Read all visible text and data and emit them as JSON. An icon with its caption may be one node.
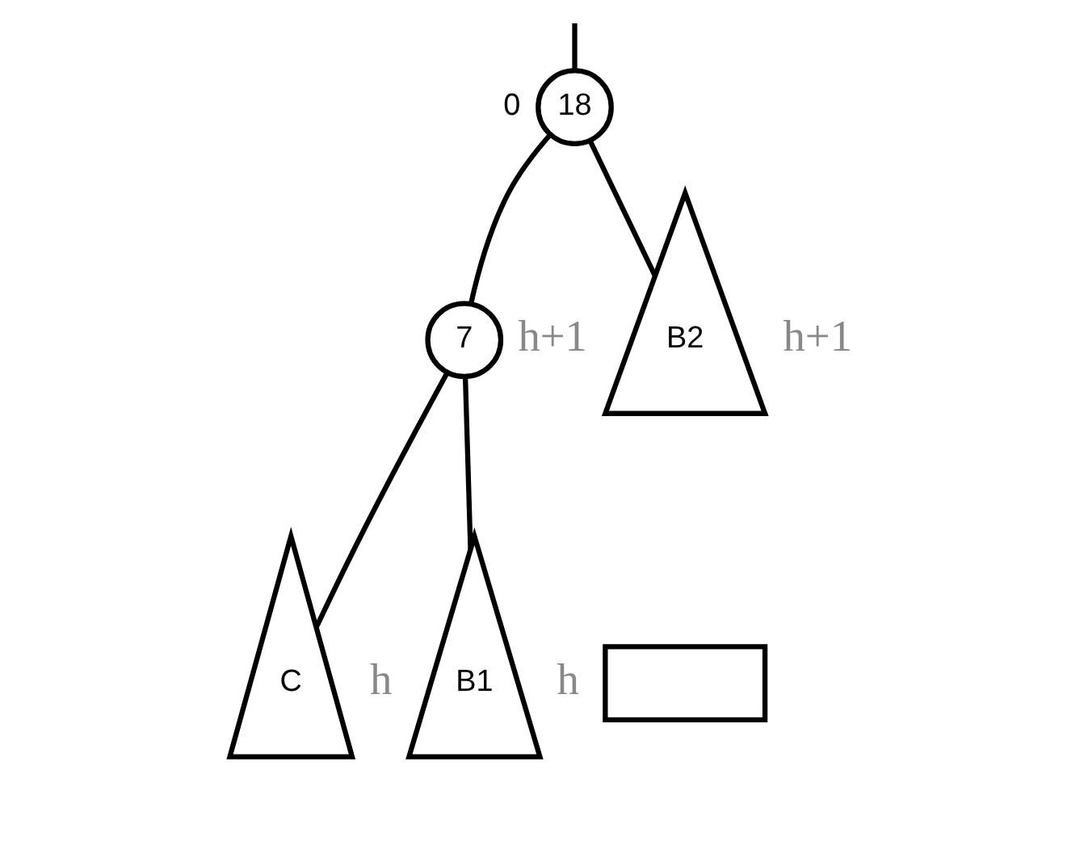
{
  "diagram": {
    "nodes": [
      {
        "text": [
          "18"
        ],
        "beside": [
          "0"
        ]
      },
      {
        "text": [
          "7"
        ],
        "beside": [
          "h+1"
        ]
      },
      {
        "text": [
          "C"
        ],
        "beside": [
          "h"
        ]
      },
      {
        "text": [
          "B1"
        ],
        "beside": [
          "h"
        ]
      },
      {
        "text": [
          "B2"
        ],
        "beside": [
          "h+1"
        ]
      },
      {
        "text": [],
        "shape": "box"
      }
    ],
    "edges": [
      {
        "from": null,
        "to": 0,
        "arrow": "none"
      },
      {
        "from": 0,
        "to": 1,
        "arrow": "none"
      },
      {
        "from": 0,
        "to": 4,
        "arrow": "none"
      },
      {
        "from": 1,
        "to": 2,
        "arrow": "none"
      },
      {
        "from": 1,
        "to": 3,
        "arrow": "none"
      }
    ]
  }
}
